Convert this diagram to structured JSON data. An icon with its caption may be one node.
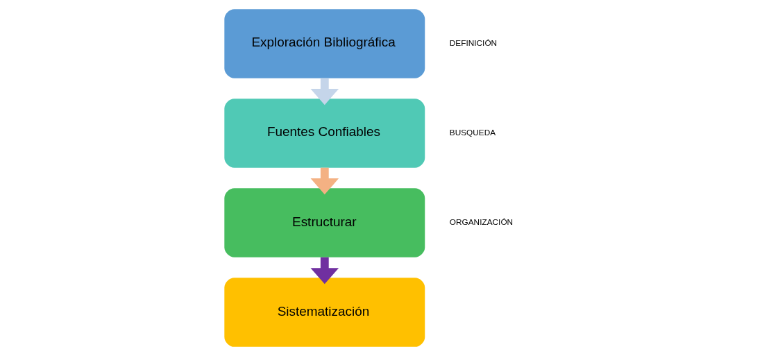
{
  "diagram": {
    "nodes": [
      {
        "text": [
          "Exploración Bibliográfica"
        ],
        "beside": [
          "DEFINICIÓN"
        ]
      },
      {
        "text": [
          "Fuentes Confiables"
        ],
        "beside": [
          "BUSQUEDA"
        ]
      },
      {
        "text": [
          "Estructurar"
        ],
        "beside": [
          "ORGANIZACIÓN"
        ]
      },
      {
        "text": [
          "Sistematización"
        ]
      }
    ],
    "edges": [
      {
        "from": 0,
        "to": 1,
        "arrow": "to",
        "color": "#c5d5ea"
      },
      {
        "from": 1,
        "to": 2,
        "arrow": "to",
        "color": "#f4b183"
      },
      {
        "from": 2,
        "to": 3,
        "arrow": "to",
        "color": "#7030a0"
      }
    ]
  }
}
